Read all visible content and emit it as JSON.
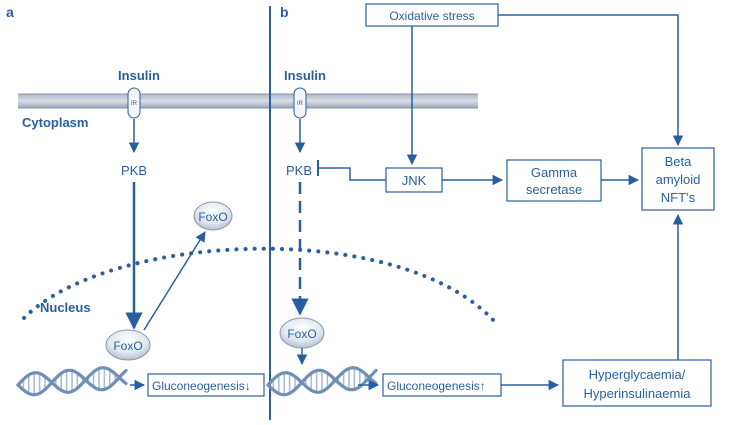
{
  "panel_a": {
    "letter": "a",
    "insulin": "Insulin",
    "receptor": "IR",
    "cytoplasm": "Cytoplasm",
    "pkb": "PKB",
    "foxo_cytoplasm": "FoxO",
    "foxo_nucleus": "FoxO",
    "nucleus": "Nucleus",
    "gluconeogenesis": "Gluconeogenesis",
    "gluconeogenesis_arrow": "↓"
  },
  "panel_b": {
    "letter": "b",
    "insulin": "Insulin",
    "receptor": "IR",
    "pkb": "PKB",
    "oxidative_stress": "Oxidative stress",
    "jnk": "JNK",
    "gamma_line1": "Gamma",
    "gamma_line2": "secretase",
    "beta_line1": "Beta",
    "beta_line2": "amyloid",
    "beta_line3": "NFT’s",
    "foxo_nucleus": "FoxO",
    "gluconeogenesis": "Gluconeogenesis",
    "gluconeogenesis_arrow": "↑",
    "hyper_line1": "Hyperglycaemia/",
    "hyper_line2": "Hyperinsulinaemia"
  },
  "colors": {
    "primary": "#2a5f9e",
    "membrane_top": "#9aa6b8",
    "membrane_bottom": "#c9d1dc",
    "ellipse_fill": "#d9e4ef",
    "dna_strand": "#6f8fb5"
  }
}
